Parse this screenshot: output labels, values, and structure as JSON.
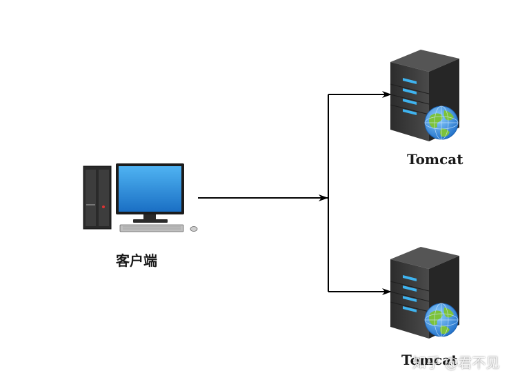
{
  "client": {
    "label": "客户端"
  },
  "servers": [
    {
      "label": "Tomcat"
    },
    {
      "label": "Tomcat"
    }
  ],
  "watermark": "知乎 @君不见",
  "colors": {
    "arrow": "#000000",
    "server_body": "#3a3a3a",
    "server_led": "#3fb4f0",
    "monitor_screen": "#1e88d8",
    "globe_blue": "#2a8de0",
    "globe_green": "#7cc23a"
  }
}
